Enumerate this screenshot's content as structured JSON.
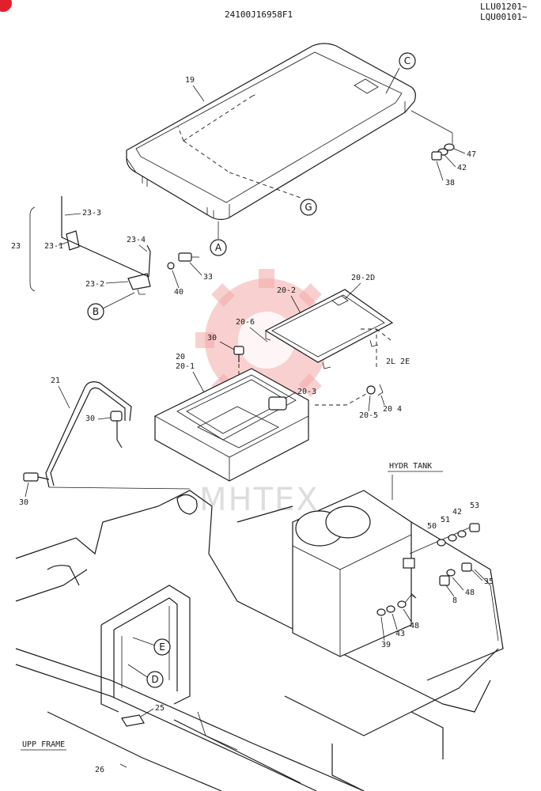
{
  "header": {
    "doc_code": "24100J16958F1",
    "serial_line_1": "LLU01201~",
    "serial_line_2": "LQU00101~"
  },
  "section_labels": {
    "hydr_tank": "HYDR TANK",
    "upp_frame": "UPP FRAME"
  },
  "reference_circles": [
    "C",
    "G",
    "A",
    "B",
    "E",
    "D"
  ],
  "part_numbers": {
    "p19": "19",
    "p47": "47",
    "p42a": "42",
    "p38": "38",
    "p23": "23",
    "p23_3": "23-3",
    "p23_1": "23-1",
    "p23_4": "23-4",
    "p23_2": "23-2",
    "p33": "33",
    "p40": "40",
    "p20_2": "20-2",
    "p20_2d": "20-2D",
    "p20_6": "20-6",
    "p30a": "30",
    "p20_2e": "2L 2E",
    "p20": "20",
    "p20_1": "20-1",
    "p20_3": "20-3",
    "p20_5": "20-5",
    "p20_4": "20 4",
    "p21": "21",
    "p30b": "30",
    "p30c": "30",
    "p50": "50",
    "p51": "51",
    "p42b": "42",
    "p53": "53",
    "p35": "35",
    "p48a": "48",
    "p8": "8",
    "p48b": "48",
    "p43": "43",
    "p39": "39",
    "p25": "25",
    "p26": "26"
  },
  "watermark": {
    "text": "MHTEX",
    "color": "#f4a9a9"
  },
  "colors": {
    "line": "#1a1a1a",
    "background": "#ffffff",
    "corner_badge": "#e0202a"
  }
}
